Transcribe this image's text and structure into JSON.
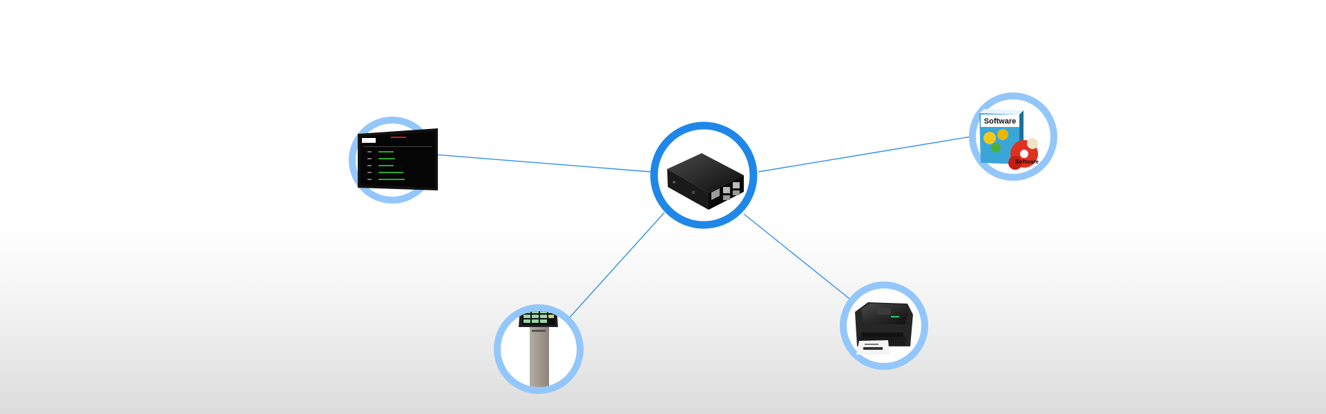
{
  "diagram": {
    "hub": {
      "name": "mini-pc-controller",
      "icon": "mini-pc-icon"
    },
    "nodes": [
      {
        "name": "display-board",
        "icon": "queue-display-icon"
      },
      {
        "name": "software-package",
        "icon": "software-box-icon",
        "box_label": "Software",
        "disc_label": "Software"
      },
      {
        "name": "kiosk-terminal",
        "icon": "ticket-kiosk-icon"
      },
      {
        "name": "label-printer",
        "icon": "thermal-printer-icon"
      }
    ],
    "colors": {
      "hub_ring": "#1f87e8",
      "node_ring": "#93c7fb",
      "connector": "#2f8ff0"
    }
  }
}
